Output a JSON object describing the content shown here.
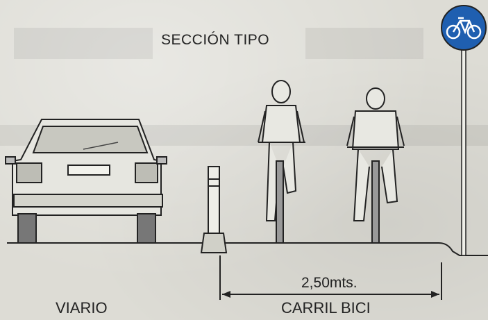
{
  "diagram": {
    "title": "SECCIÓN TIPO",
    "left_zone_label": "VIARIO",
    "right_zone_label": "CARRIL BICI",
    "lane_width_label": "2,50mts.",
    "sign_icon": "bicycle-icon",
    "colors": {
      "background": "#dddcd5",
      "ink": "#222222",
      "sign_blue": "#1f5fb0",
      "sign_white": "#ffffff"
    }
  }
}
